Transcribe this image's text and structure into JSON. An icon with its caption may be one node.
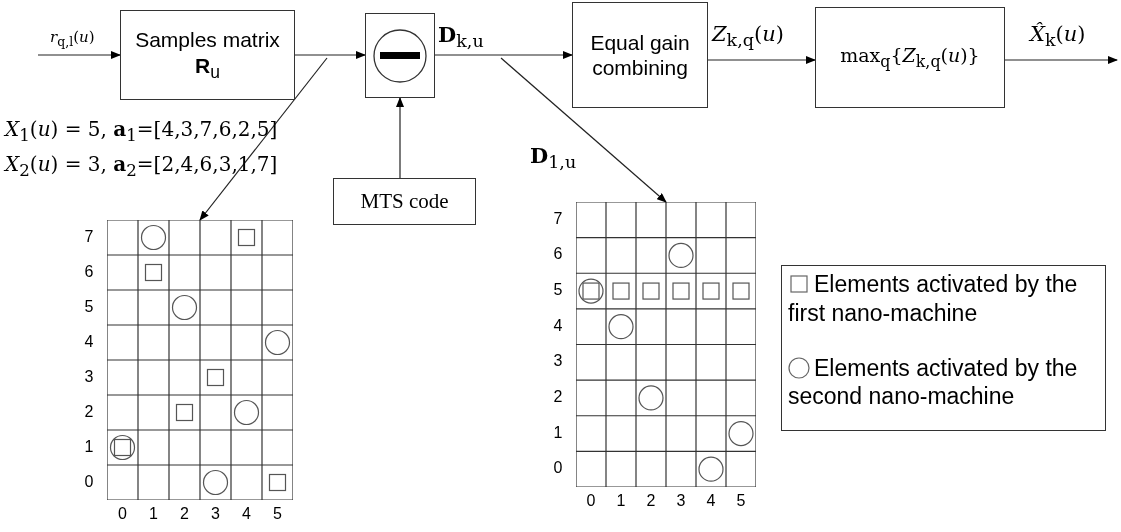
{
  "diagram": {
    "nodes": [
      {
        "text": [
          "Samples matrix **R**$_{u}$"
        ]
      },
      {
        "text": [],
        "shape": "box"
      },
      {
        "text": [
          "Equal gain combining"
        ]
      },
      {
        "text": [
          "max$_{q}${*Z*$_{k,q}$(*u*)}"
        ]
      },
      {
        "text": [
          "MTS code"
        ]
      },
      {
        "text": [],
        "shape": "grid",
        "beside": [
          "*X*$_{1}$(*u*) = 5,  **a**$_{1}$=[4,3,7,6,2,5]",
          "*X*$_{2}$(*u*) = 3, **a**$_{2}$=[2,4,6,3,1,7]",
          "7",
          "6",
          "5",
          "4",
          "3",
          "2",
          "1",
          "0",
          "0",
          "1",
          "2",
          "3",
          "4",
          "5"
        ]
      },
      {
        "text": [],
        "shape": "grid",
        "beside": [
          "**D**$_{1,u}$",
          "7",
          "6",
          "5",
          "4",
          "3",
          "2",
          "1",
          "0",
          "0",
          "1",
          "2",
          "3",
          "4",
          "5"
        ]
      }
    ],
    "edges": [
      {
        "from": null,
        "to": 0,
        "arrow": "to",
        "label": "*r*$_{q,l}$(*u*)"
      },
      {
        "from": 0,
        "to": 1,
        "arrow": "to"
      },
      {
        "from": 4,
        "to": 1,
        "arrow": "to"
      },
      {
        "from": 1,
        "to": 2,
        "arrow": "to",
        "label": "**D**$_{k,u}$"
      },
      {
        "from": 2,
        "to": 3,
        "arrow": "to",
        "label": "*Z*$_{k,q}$(*u*)"
      },
      {
        "from": 3,
        "to": null,
        "arrow": "to",
        "label": "*X̂*$_{k}$(*u*)"
      },
      {
        "from": null,
        "to": 5,
        "arrow": "to"
      },
      {
        "from": null,
        "to": 6,
        "arrow": "to"
      }
    ],
    "legend": [
      {
        "text": "Elements activated by the first nano-machine"
      },
      {
        "text": "Elements activated by the second nano-machine"
      }
    ]
  }
}
